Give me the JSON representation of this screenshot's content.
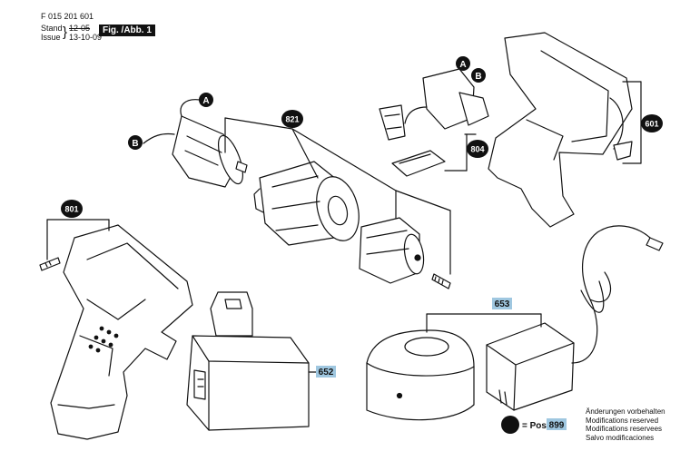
{
  "header": {
    "doc_number": "F 015 201 601",
    "stand_label": "Stand",
    "stand_value": "12-05",
    "issue_label": "Issue",
    "issue_value": "13-10-09",
    "figure_label": "Fig. /Abb. 1"
  },
  "callouts": {
    "motor_assembly": "821",
    "switch": "804",
    "housing_right": "601",
    "housing_left_screw": "801",
    "battery": "652",
    "charger_set": "653",
    "connector_a": "A",
    "connector_b": "B"
  },
  "legend": {
    "symbol_text": "= Pos.",
    "pos_number": "899"
  },
  "notes": [
    "Änderungen vorbehalten",
    "Modifications reserved",
    "Modifications reservees",
    "Salvo modificaciones"
  ],
  "colors": {
    "line": "#111111",
    "callout_fill": "#111111",
    "number_highlight": "#9fc7e0"
  }
}
